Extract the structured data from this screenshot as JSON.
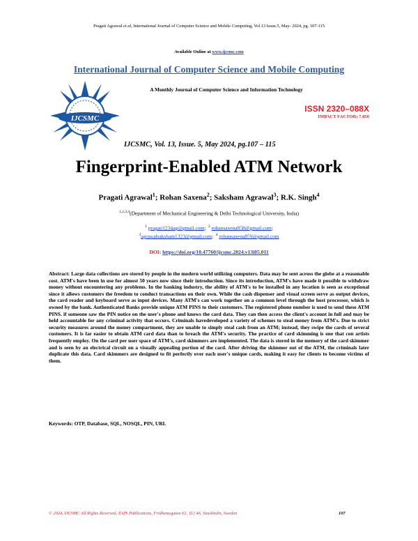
{
  "header": {
    "running_author": "Pragati Agrawal",
    "running_etal": "et al",
    "running_rest": ", International Journal of Computer Science and Mobile Computing, Vol.13 Issue.5, May- 2024, pg. 107-115",
    "available_prefix": "Available Online at ",
    "available_link": "www.ijcsmc.com",
    "journal_name": "International Journal of Computer Science and Mobile Computing",
    "monthly": "A Monthly Journal of Computer Science and Information Technology",
    "issn": "ISSN 2320–088X",
    "impact": "IMPACT FACTOR: 7.056",
    "citation": "IJCSMC, Vol. 13, Issue. 5, May 2024, pg.107 – 115"
  },
  "logo": {
    "text": "IJCSMC",
    "icon": "ijcsmc-logo",
    "color": "#1c57a5"
  },
  "article": {
    "title": "Fingerprint-Enabled ATM Network",
    "authors": [
      {
        "name": "Pragati Agrawal",
        "sup": "1",
        "sep": "; "
      },
      {
        "name": "Rohan Saxena",
        "sup": "2",
        "sep": "; "
      },
      {
        "name": "Saksham Agrawal",
        "sup": "3",
        "sep": "; "
      },
      {
        "name": "R.K. Singh",
        "sup": "4",
        "sep": ""
      }
    ],
    "affiliation_sup": "1,2,3,4",
    "affiliation": "(Department of Mechanical Engineering & Delhi Technological University, India)",
    "emails": [
      {
        "sup": "1",
        "addr": "pragati1234ag@gmail.com"
      },
      {
        "sup": "2",
        "addr": "rohansaxena858@gmail.com"
      },
      {
        "sup": "3",
        "addr": "agrawalsaksham1323@gmail.com"
      },
      {
        "sup": "4",
        "addr": "rohansaxena859@gmail.com"
      }
    ],
    "doi_label": "DOI: ",
    "doi_link": "https://doi.org/10.47760/ijcsmc.2024.v13i05.011",
    "abstract": "Abstract: Large data collections are stored by people in the modern world utilizing computers. Data may be sent across the globe at a reasonable cost. ATM's have been in use for almost 50 years now since their introduction. Since its introduction, ATM's have made it possible to withdraw money without encountering any problems. In the banking industry, the ability of ATM's to be installed in any location is seen as exceptional since it allows customers the freedom to conduct transactions on their own. While the cash dispenser and visual screen serve as output devices, the card reader and keyboard serve as input devices. Many ATM's can work together on a common level through the host processor, which is owned by the bank. Authenticated Banks provide unique ATM PINS to their customers. The registered phone number is used to send these ATM PINS. if someone saw the PIN notice on the user's phone and knows the card data. They can then access the client's account in full and may be held accountable for any criminal activity that occurs. Criminals havedeveloped a variety of schemes to steal money from ATM's. Due to strict security measures around the money compartment, they are unable to simply steal cash from an ATM; instead, they swipe the cards of several customers. It is far easier to obtain ATM card data than to breach the ATM's security. The practice of card skimming is one that con artists frequently employ. On the card per user space of ATM's, card skimmers are implemented. The data is stored in the memory of the card skimmer and is seen by an electrical circuit on a visually appealing portion of the card. After driving the skimmer out of the ATM, the criminals later duplicate this data. Card skimmers are designed to fit perfectly over each user's unique cards, making it easy for clients to become victims of them.",
    "keywords": "Keywords:   OTP, Database, SQL, NOSQL, PIN, URL"
  },
  "footer": {
    "copyright": "© 2024, IJCSMC All Rights Reserved, ZAIN Publications, Fridhemsgatan 62, 112 46, Stockholm, Sweden",
    "page": "107"
  },
  "colors": {
    "journal_blue": "#2e5f9e",
    "link_blue": "#1a3fcf",
    "accent_red": "#e0202a"
  }
}
